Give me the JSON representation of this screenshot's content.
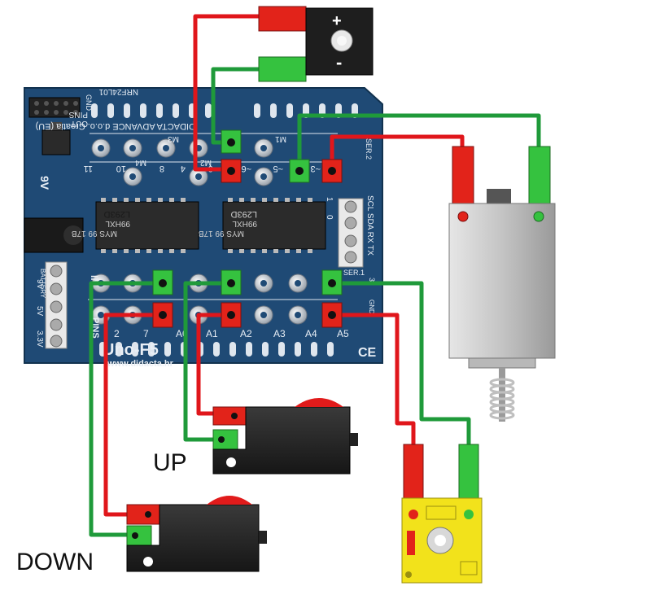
{
  "board": {
    "name": "Uno-F5",
    "website": "www.didacta.hr",
    "company": "DIDACTA ADVANCE d.o.o. Croatia (EU)",
    "nrf": "NRF24L01",
    "gnd": "GND",
    "out": "OUT",
    "pins": "PINS",
    "in_label": "IN",
    "in_pins": "PINS",
    "ser1": "SER.1",
    "ser2": "SER.2",
    "sda_rx": "SCL SDA RX TX",
    "power": "9V",
    "battery": "BATTERY",
    "v5": "5V",
    "v33": "3.3V",
    "chip1": [
      "L293D",
      "99HXL",
      "MYS 99 17B"
    ],
    "chip2": [
      "L293D",
      "99HXL",
      "MYS 99 17B"
    ],
    "out_pins": [
      "11",
      "10",
      "8",
      "4",
      "~9",
      "~6",
      "~5",
      "~3"
    ],
    "motor_labels": [
      "M4",
      "M3",
      "M2",
      "M1"
    ],
    "in_pin_labels": [
      "2",
      "7",
      "A0",
      "A1",
      "A2",
      "A3",
      "A4",
      "A5"
    ],
    "header_nums": [
      "0",
      "1"
    ],
    "ser_num": "3"
  },
  "labels": {
    "up": "UP",
    "down": "DOWN"
  },
  "module": {
    "plus": "+",
    "minus": "-"
  },
  "colors": {
    "board": "#1f4a75",
    "wire_red": "#e0161b",
    "wire_green": "#1f9a3a",
    "connector_red": "#e2231a",
    "connector_green": "#35c23f",
    "actuator": "#c9c9c9",
    "buzzer": "#f2e21b",
    "switch_body": "#2b2b2b",
    "switch_button": "#e11b1b"
  }
}
